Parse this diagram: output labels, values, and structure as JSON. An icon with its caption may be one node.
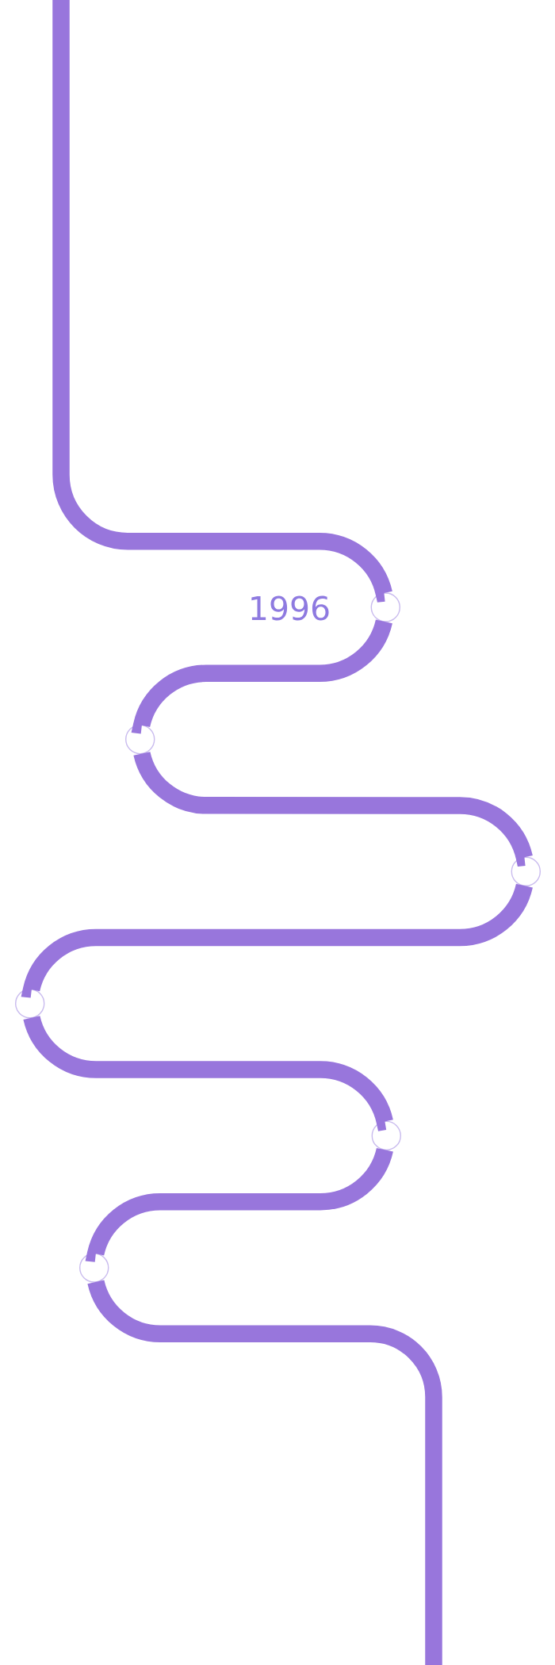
{
  "diagram": {
    "nodes": [
      {
        "text": [],
        "shape": "circle",
        "beside": [
          "1996"
        ]
      },
      {
        "text": [],
        "shape": "circle"
      },
      {
        "text": [],
        "shape": "circle"
      },
      {
        "text": [],
        "shape": "circle"
      },
      {
        "text": [],
        "shape": "circle"
      },
      {
        "text": [],
        "shape": "circle"
      }
    ],
    "edges": [
      {
        "from": null,
        "to": 0,
        "arrow": "none"
      },
      {
        "from": 0,
        "to": 1,
        "arrow": "none"
      },
      {
        "from": 1,
        "to": 2,
        "arrow": "none"
      },
      {
        "from": 2,
        "to": 3,
        "arrow": "none"
      },
      {
        "from": 3,
        "to": 4,
        "arrow": "none"
      },
      {
        "from": 4,
        "to": 5,
        "arrow": "none"
      },
      {
        "from": 5,
        "to": null,
        "arrow": "none"
      }
    ]
  }
}
